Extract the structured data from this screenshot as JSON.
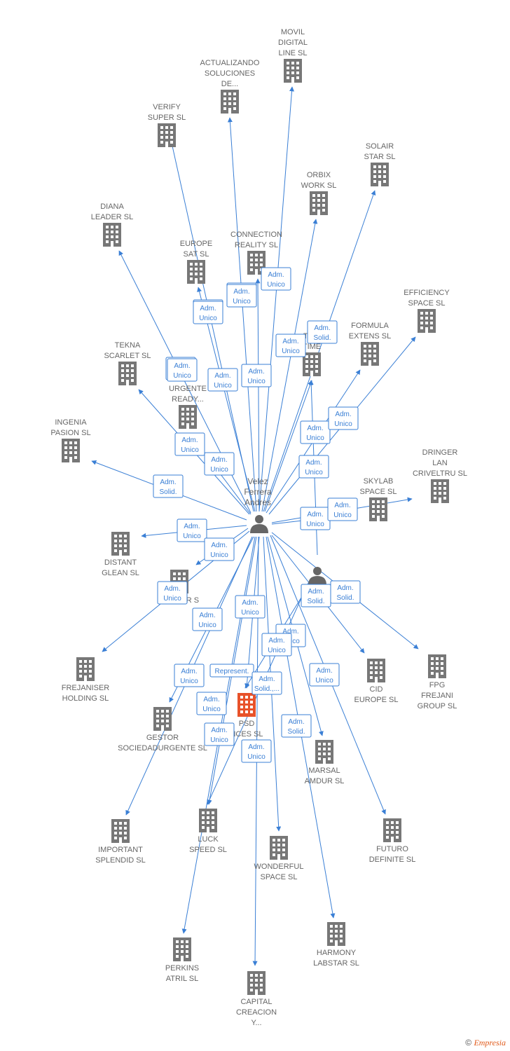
{
  "colors": {
    "edge": "#3a7fd5",
    "building": "#777777",
    "highlight": "#e8522a",
    "label": "#666666"
  },
  "persons": [
    {
      "id": "p1",
      "lines": [
        "Velez",
        "Ferrera",
        "Andres"
      ]
    },
    {
      "id": "p2",
      "lines": []
    }
  ],
  "companies": [
    {
      "id": "movil",
      "lines": [
        "MOVIL",
        "DIGITAL",
        "LINE SL"
      ]
    },
    {
      "id": "actualizando",
      "lines": [
        "ACTUALIZANDO",
        "SOLUCIONES",
        "DE..."
      ]
    },
    {
      "id": "verify",
      "lines": [
        "VERIFY",
        "SUPER  SL"
      ]
    },
    {
      "id": "solair",
      "lines": [
        "SOLAIR",
        "STAR  SL"
      ]
    },
    {
      "id": "orbix",
      "lines": [
        "ORBIX",
        "WORK  SL"
      ]
    },
    {
      "id": "diana",
      "lines": [
        "DIANA",
        "LEADER  SL"
      ]
    },
    {
      "id": "connection",
      "lines": [
        "CONNECTION",
        "REALITY  SL"
      ]
    },
    {
      "id": "europe",
      "lines": [
        "EUROPE",
        "SAT  SL"
      ]
    },
    {
      "id": "efficiency",
      "lines": [
        "EFFICIENCY",
        "SPACE SL"
      ]
    },
    {
      "id": "formula",
      "lines": [
        "FORMULA",
        "EXTENS  SL"
      ]
    },
    {
      "id": "tooltime",
      "lines": [
        "TOO",
        "TIME"
      ]
    },
    {
      "id": "tekna",
      "lines": [
        "TEKNA",
        "SCARLET  SL"
      ]
    },
    {
      "id": "sociedad",
      "lines": [
        "AD",
        "URGENTE",
        "READY..."
      ]
    },
    {
      "id": "ingenia",
      "lines": [
        "INGENIA",
        "PASION  SL"
      ]
    },
    {
      "id": "dringer",
      "lines": [
        "DRINGER",
        "LAN",
        "CRIVELTRU SL"
      ]
    },
    {
      "id": "skylab",
      "lines": [
        "SKYLAB",
        "SPACE  SL"
      ]
    },
    {
      "id": "distant",
      "lines": [
        "DISTANT",
        "GLEAN  SL"
      ]
    },
    {
      "id": "master",
      "lines": [
        "MASTER  S"
      ]
    },
    {
      "id": "frejaniser",
      "lines": [
        "FREJANISER",
        "HOLDING  SL"
      ]
    },
    {
      "id": "cid",
      "lines": [
        "CID",
        "EUROPE  SL"
      ]
    },
    {
      "id": "fpg",
      "lines": [
        "FPG",
        "FREJANI",
        "GROUP  SL"
      ]
    },
    {
      "id": "psd",
      "lines": [
        "PSD",
        "NCES  SL"
      ]
    },
    {
      "id": "gestor",
      "lines": [
        "GESTOR",
        "SOCIEDADURGENTE SL"
      ]
    },
    {
      "id": "marsal",
      "lines": [
        "MARSAL",
        "AMDUR  SL"
      ]
    },
    {
      "id": "important",
      "lines": [
        "IMPORTANT",
        "SPLENDID  SL"
      ]
    },
    {
      "id": "luck",
      "lines": [
        "LUCK",
        "SPEED  SL"
      ]
    },
    {
      "id": "wonderful",
      "lines": [
        "WONDERFUL",
        "SPACE  SL"
      ]
    },
    {
      "id": "futuro",
      "lines": [
        "FUTURO",
        "DEFINITE  SL"
      ]
    },
    {
      "id": "perkins",
      "lines": [
        "PERKINS",
        "ATRIL  SL"
      ]
    },
    {
      "id": "harmony",
      "lines": [
        "HARMONY",
        "LABSTAR SL"
      ]
    },
    {
      "id": "capital",
      "lines": [
        "CAPITAL",
        "CREACION",
        "Y..."
      ]
    }
  ],
  "edge_labels": [
    {
      "id": "e1",
      "lines": [
        "Adm.",
        "Unico"
      ]
    },
    {
      "id": "e2",
      "lines": [
        "Adm.",
        "Unico"
      ]
    },
    {
      "id": "e3",
      "lines": [
        "Adm.",
        "Unico"
      ]
    },
    {
      "id": "e4",
      "lines": [
        "Adm.",
        "Solid."
      ]
    },
    {
      "id": "e5",
      "lines": [
        "Adm.",
        "Unico"
      ]
    },
    {
      "id": "e6",
      "lines": [
        "Adm.",
        "Unico"
      ]
    },
    {
      "id": "e7",
      "lines": [
        "Adm.",
        "Unico"
      ]
    },
    {
      "id": "e8",
      "lines": [
        "Adm.",
        "Unico"
      ]
    },
    {
      "id": "e9",
      "lines": [
        "Adm.",
        "Unico"
      ]
    },
    {
      "id": "e10",
      "lines": [
        "Adm.",
        "Unico"
      ]
    },
    {
      "id": "e11",
      "lines": [
        "Adm.",
        "Solid."
      ]
    },
    {
      "id": "e12",
      "lines": [
        "Adm.",
        "Unico"
      ]
    },
    {
      "id": "e13",
      "lines": [
        "Adm.",
        "Unico"
      ]
    },
    {
      "id": "e14",
      "lines": [
        "Adm.",
        "Unico"
      ]
    },
    {
      "id": "e15",
      "lines": [
        "Adm.",
        "Unico"
      ]
    },
    {
      "id": "e16",
      "lines": [
        "Adm.",
        "Unico"
      ]
    },
    {
      "id": "e17",
      "lines": [
        "Adm.",
        "Unico"
      ]
    },
    {
      "id": "e18",
      "lines": [
        "Adm.",
        "Unico"
      ]
    },
    {
      "id": "e19",
      "lines": [
        "Adm.",
        "Unico"
      ]
    },
    {
      "id": "e20",
      "lines": [
        "Adm.",
        "Unico"
      ]
    },
    {
      "id": "e21",
      "lines": [
        "Adm.",
        "Unico"
      ]
    },
    {
      "id": "e22",
      "lines": [
        "Adm.",
        "Unico"
      ]
    },
    {
      "id": "e23",
      "lines": [
        "Adm.",
        "Unico"
      ]
    },
    {
      "id": "e24",
      "lines": [
        "Represent."
      ]
    },
    {
      "id": "e25",
      "lines": [
        "Adm.",
        "Unico"
      ]
    },
    {
      "id": "e26",
      "lines": [
        "Adm.",
        "Solid.,..."
      ]
    },
    {
      "id": "e27",
      "lines": [
        "Adm.",
        "Unico"
      ]
    },
    {
      "id": "e28",
      "lines": [
        "Adm.",
        "Unico"
      ]
    },
    {
      "id": "e29",
      "lines": [
        "Adm.",
        "Solid."
      ]
    },
    {
      "id": "e30",
      "lines": [
        "Adm.",
        "Solid."
      ]
    },
    {
      "id": "e31",
      "lines": [
        "Adm.",
        "Unico"
      ]
    },
    {
      "id": "e32",
      "lines": [
        "Adm.",
        "Solid."
      ]
    },
    {
      "id": "e33",
      "lines": [
        "Adm.",
        "Unico"
      ]
    },
    {
      "id": "e34",
      "lines": [
        "Adm.",
        "Unico"
      ]
    },
    {
      "id": "e35",
      "lines": [
        "Adm.",
        "Unico"
      ]
    },
    {
      "id": "e36",
      "lines": [
        "Adm.",
        "Unico"
      ]
    }
  ],
  "copyright": {
    "symbol": "©",
    "brand": "Empresia"
  }
}
